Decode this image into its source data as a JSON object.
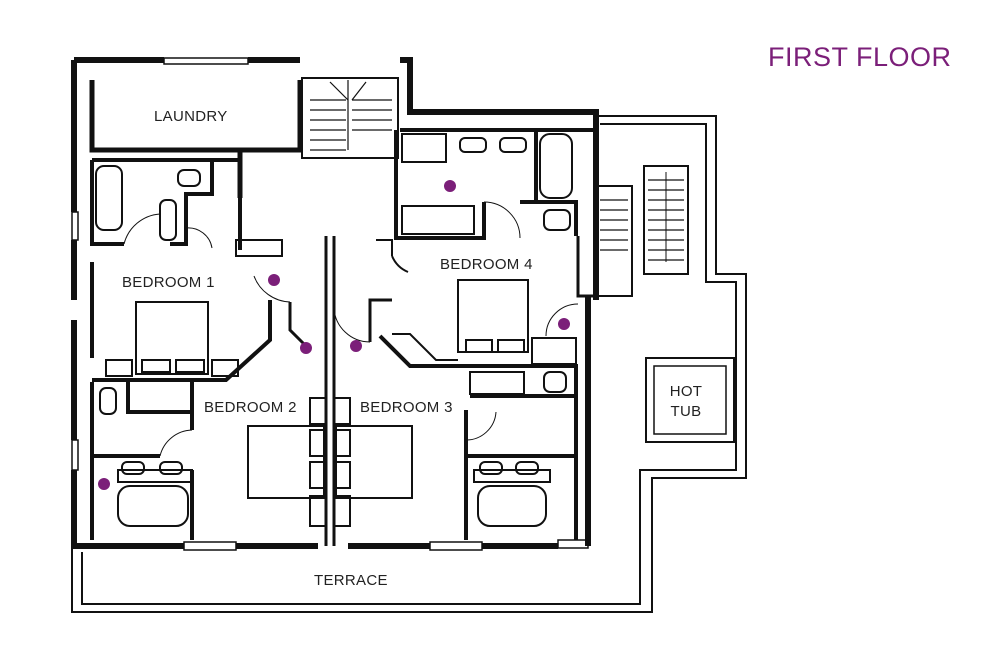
{
  "title": "FIRST FLOOR",
  "rooms": {
    "laundry": "LAUNDRY",
    "bedroom1": "BEDROOM 1",
    "bedroom2": "BEDROOM 2",
    "bedroom3": "BEDROOM 3",
    "bedroom4": "BEDROOM 4",
    "hot_tub_line1": "HOT",
    "hot_tub_line2": "TUB",
    "terrace": "TERRACE"
  },
  "colors": {
    "title": "#7b1f79",
    "marker": "#7b1f79",
    "wall": "#111111",
    "wall_fill": "#ffffff"
  }
}
